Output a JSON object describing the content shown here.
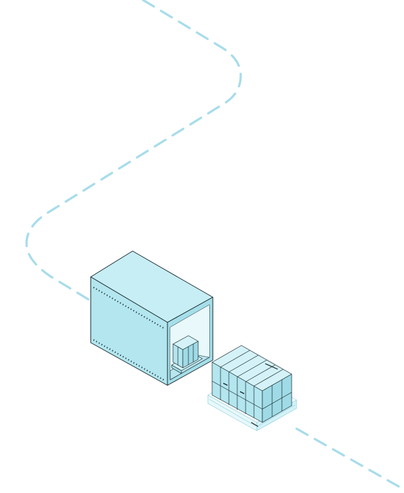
{
  "illustration": {
    "colors": {
      "fill": "#b3e6ef",
      "fill_dark": "#9fdbe6",
      "fill_light": "#d4f2f7",
      "stroke": "#1a2a30",
      "route": "#a8dcea",
      "background": "#ffffff"
    },
    "elements": {
      "route": "dashed-route-line",
      "container": "shipping-container",
      "pallet": "pallet-of-boxes"
    }
  }
}
